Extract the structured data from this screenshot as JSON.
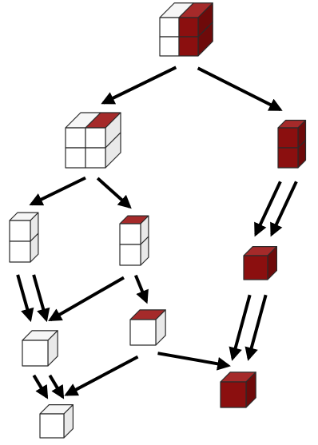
{
  "colors": {
    "white_front": "#ffffff",
    "white_side": "#e9e9e9",
    "white_top": "#f6f6f6",
    "red_front": "#8b0f0f",
    "red_side": "#6e0a0a",
    "red_top": "#a52a2a",
    "edge": "#2b2b2b",
    "arrow": "#000000"
  },
  "nodes": [
    {
      "id": "cube-2x2x2-half-red",
      "cols": [
        [
          "white",
          "white"
        ],
        [
          "red",
          "red"
        ]
      ],
      "rows": 2,
      "depth": 2,
      "top": [
        "white",
        "red"
      ]
    },
    {
      "id": "cube-2x2x2-quarter-red",
      "cols": [
        [
          "white",
          "white"
        ],
        [
          "white",
          "white"
        ]
      ],
      "rows": 2,
      "depth": 2,
      "top": [
        "white",
        "red"
      ]
    },
    {
      "id": "cube-2x1-red-column",
      "cols": [
        [
          "red",
          "red"
        ]
      ],
      "rows": 2,
      "depth": 1,
      "top": [
        "red"
      ]
    },
    {
      "id": "cube-2x1-white-column",
      "cols": [
        [
          "white",
          "white"
        ]
      ],
      "rows": 2,
      "depth": 1,
      "top": [
        "white"
      ]
    },
    {
      "id": "cube-2x1-white-red-top",
      "cols": [
        [
          "white",
          "white"
        ]
      ],
      "rows": 2,
      "depth": 1,
      "top": [
        "red"
      ]
    },
    {
      "id": "cube-1x1-red",
      "cols": [
        [
          "red"
        ]
      ],
      "rows": 1,
      "depth": 1,
      "top": [
        "red"
      ]
    },
    {
      "id": "cube-1x1-white-left",
      "cols": [
        [
          "white"
        ]
      ],
      "rows": 1,
      "depth": 1,
      "top": [
        "white"
      ]
    },
    {
      "id": "cube-1x1-white-red-side",
      "cols": [
        [
          "white"
        ]
      ],
      "rows": 1,
      "depth": 1,
      "top": [
        "red"
      ]
    },
    {
      "id": "cube-1x1-red-small",
      "cols": [
        [
          "red"
        ]
      ],
      "rows": 1,
      "depth": 1,
      "top": [
        "red"
      ]
    },
    {
      "id": "cube-1x1-white-bottom",
      "cols": [
        [
          "white"
        ]
      ],
      "rows": 1,
      "depth": 1,
      "top": [
        "white"
      ]
    }
  ],
  "edges": [
    {
      "from": "cube-2x2x2-half-red",
      "to": "cube-2x2x2-quarter-red",
      "count": 1
    },
    {
      "from": "cube-2x2x2-half-red",
      "to": "cube-2x1-red-column",
      "count": 1
    },
    {
      "from": "cube-2x2x2-quarter-red",
      "to": "cube-2x1-white-column",
      "count": 1
    },
    {
      "from": "cube-2x2x2-quarter-red",
      "to": "cube-2x1-white-red-top",
      "count": 1
    },
    {
      "from": "cube-2x1-red-column",
      "to": "cube-1x1-red",
      "count": 2
    },
    {
      "from": "cube-2x1-white-column",
      "to": "cube-1x1-white-left",
      "count": 2
    },
    {
      "from": "cube-2x1-white-red-top",
      "to": "cube-1x1-white-left",
      "count": 1
    },
    {
      "from": "cube-2x1-white-red-top",
      "to": "cube-1x1-white-red-side",
      "count": 1
    },
    {
      "from": "cube-1x1-red",
      "to": "cube-1x1-red-small",
      "count": 2
    },
    {
      "from": "cube-1x1-white-left",
      "to": "cube-1x1-white-bottom",
      "count": 2
    },
    {
      "from": "cube-1x1-white-red-side",
      "to": "cube-1x1-white-bottom",
      "count": 1
    },
    {
      "from": "cube-1x1-white-red-side",
      "to": "cube-1x1-red-small",
      "count": 1
    }
  ]
}
